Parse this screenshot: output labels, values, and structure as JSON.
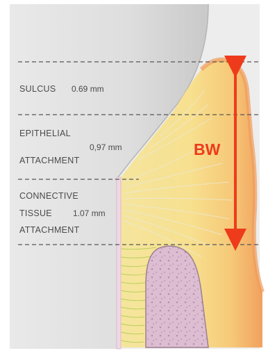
{
  "labels": {
    "sulcus": "SULCUS",
    "sulcus_value": "0.69 mm",
    "epithelial_line1": "EPITHELIAL",
    "epithelial_value": "0,97 mm",
    "epithelial_line2": "ATTACHMENT",
    "connective_line1": "CONNECTIVE",
    "connective_line2": "TISSUE",
    "connective_value": "1.07 mm",
    "connective_line3": "ATTACHMENT"
  },
  "biologic_width": {
    "label": "BW",
    "color": "#ee3b1b"
  },
  "colors": {
    "tooth": "#dcdcdc",
    "gingiva": "#f4df8a",
    "gingiva_edge": "#f2a866",
    "bone": "#dfc1d4",
    "connective_fibers": "#b6cf5a",
    "dashed_line": "#555555"
  }
}
